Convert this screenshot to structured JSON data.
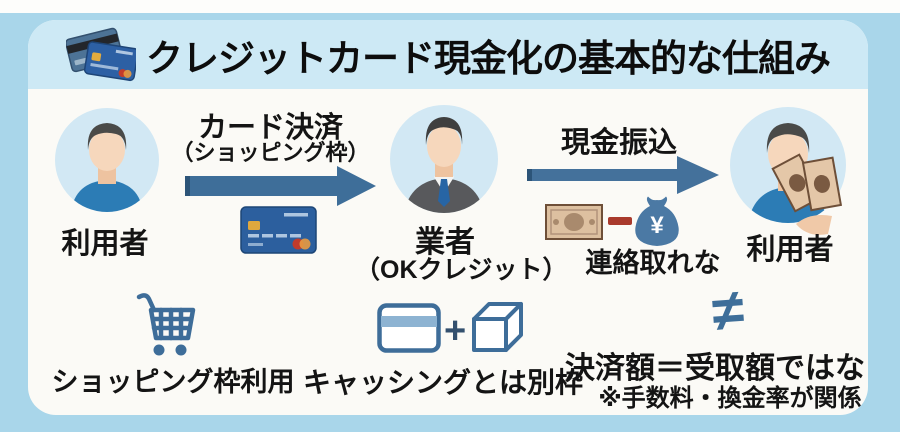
{
  "header": {
    "title": "クレジットカード現金化の基本的な仕組み",
    "icon": "credit-cards-icon"
  },
  "flow": {
    "user_left": {
      "label": "利用者"
    },
    "card_payment": {
      "line1": "カード決済",
      "line2": "（ショッピング枠）"
    },
    "dealer": {
      "label": "業者",
      "sublabel": "（OKクレジット）"
    },
    "cash_transfer": {
      "label": "現金振込",
      "caption": "連絡取れな",
      "bag_symbol": "¥"
    },
    "user_right": {
      "label": "利用者"
    }
  },
  "bottom": {
    "shopping": {
      "label": "ショッピング枠利用"
    },
    "cashing": {
      "label": "キャッシングとは別枠",
      "plus": "+"
    },
    "amount": {
      "symbol": "≠",
      "label": "決済額＝受取額ではない",
      "note": "※手数料・換金率が関係"
    }
  },
  "colors": {
    "outer_background": "#a9d6ea",
    "header_background": "#cde9f5",
    "panel_background": "#fbfaf6",
    "accent_blue": "#3e6e99",
    "avatar_circle": "#d2e8f4",
    "shirt_blue": "#2c7cb5",
    "card_blue": "#2c5f9e",
    "bill_tan": "#ddc0a0",
    "alert_red": "#a93a2c",
    "text": "#141414"
  }
}
